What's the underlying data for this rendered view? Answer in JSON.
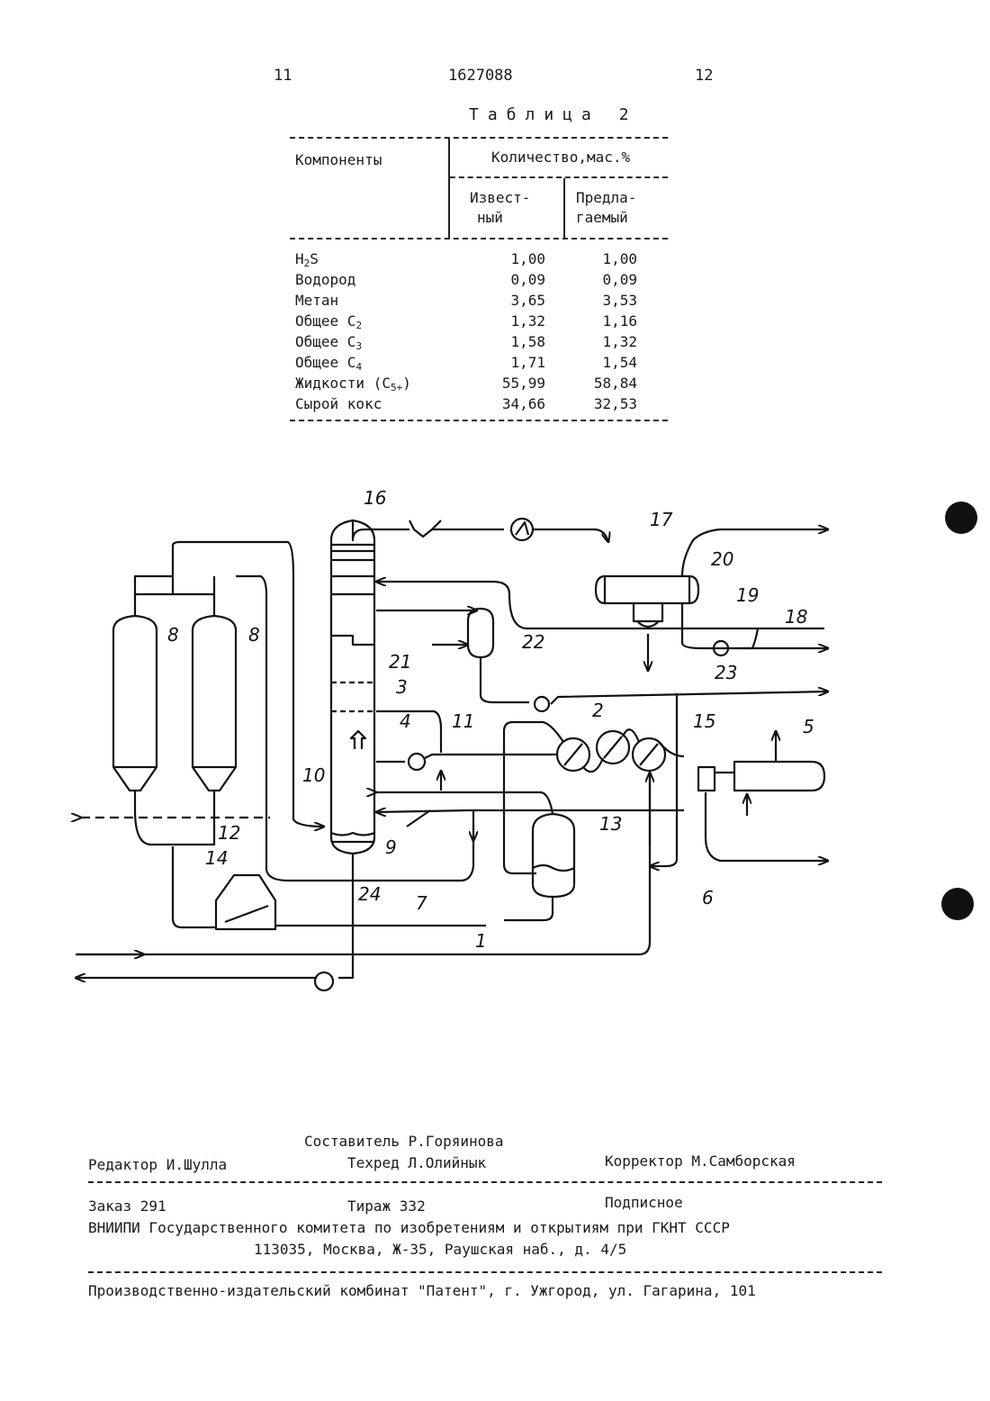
{
  "header": {
    "page_left": "11",
    "patent_number": "1627088",
    "page_right": "12"
  },
  "table": {
    "caption": "Таблица 2",
    "col_components": "Компоненты",
    "col_quantity": "Количество,мас.%",
    "sub_known": [
      "Извест-",
      "ный"
    ],
    "sub_proposed": [
      "Предла-",
      "гаемый"
    ],
    "rows": [
      {
        "name": "H",
        "sub": "2",
        "tail": "S",
        "known": "1,00",
        "proposed": "1,00"
      },
      {
        "name": "Водород",
        "sub": "",
        "tail": "",
        "known": "0,09",
        "proposed": "0,09"
      },
      {
        "name": "Метан",
        "sub": "",
        "tail": "",
        "known": "3,65",
        "proposed": "3,53"
      },
      {
        "name": "Общее С",
        "sub": "2",
        "tail": "",
        "known": "1,32",
        "proposed": "1,16"
      },
      {
        "name": "Общее С",
        "sub": "3",
        "tail": "",
        "known": "1,58",
        "proposed": "1,32"
      },
      {
        "name": "Общее С",
        "sub": "4",
        "tail": "",
        "known": "1,71",
        "proposed": "1,54"
      },
      {
        "name": "Жидкости (С",
        "sub": "5+",
        "tail": ")",
        "known": "55,99",
        "proposed": "58,84"
      },
      {
        "name": "Сырой кокс",
        "sub": "",
        "tail": "",
        "known": "34,66",
        "proposed": "32,53"
      }
    ]
  },
  "diagram": {
    "labels": [
      "16",
      "17",
      "20",
      "19",
      "18",
      "8",
      "8",
      "22",
      "23",
      "21",
      "3",
      "2",
      "4",
      "11",
      "15",
      "5",
      "10",
      "13",
      "12",
      "9",
      "14",
      "24",
      "7",
      "1",
      "6"
    ]
  },
  "footer": {
    "compiler": "Составитель  Р.Горяинова",
    "editor": "Редактор И.Шулла",
    "techred": "Техред Л.Олийнык",
    "corrector": "Корректор М.Самборская",
    "order": "Заказ 291",
    "circulation": "Тираж 332",
    "subscription": "Подписное",
    "org_line1": "ВНИИПИ Государственного комитета по изобретениям и открытиям при ГКНТ СССР",
    "org_line2": "113035, Москва, Ж-35, Раушская наб., д. 4/5",
    "publisher": "Производственно-издательский комбинат \"Патент\", г. Ужгород, ул. Гагарина, 101"
  }
}
